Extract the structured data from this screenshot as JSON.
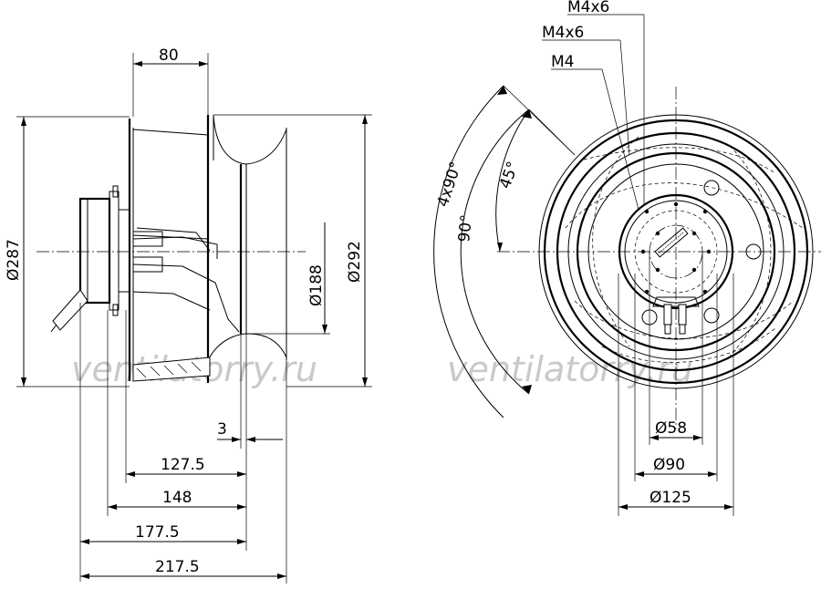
{
  "side_view": {
    "dims": {
      "width_80": "80",
      "dia_287": "Ø287",
      "dia_188": "Ø188",
      "dia_292": "Ø292",
      "dim_3": "3",
      "dim_127_5": "127.5",
      "dim_148": "148",
      "dim_177_5": "177.5",
      "dim_217_5": "217.5"
    }
  },
  "front_view": {
    "labels": {
      "m4x6_top": "M4x6",
      "m4x6_mid": "M4x6",
      "m4": "M4",
      "angle_4x90": "4x90°",
      "angle_90": "90°",
      "angle_45": "45°",
      "dia_58": "Ø58",
      "dia_90": "Ø90",
      "dia_125": "Ø125"
    }
  },
  "watermark": "ventilatorry.ru"
}
